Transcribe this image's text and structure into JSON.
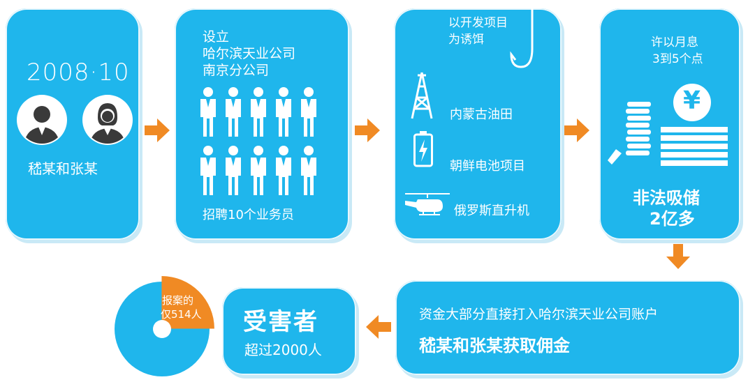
{
  "colors": {
    "card": "#1fb6ec",
    "accent": "#f08a24",
    "dark": "#3a3a3a"
  },
  "step1": {
    "date": "2008·10",
    "people": "嵇某和张某"
  },
  "step2": {
    "line1": "设立",
    "line2": "哈尔滨天业公司",
    "line3": "南京分公司",
    "recruit": "招聘10个业务员"
  },
  "step3": {
    "bait": "以开发项目\n为诱饵",
    "projects": [
      "内蒙古油田",
      "朝鲜电池项目",
      "俄罗斯直升机"
    ]
  },
  "step4": {
    "interest_line1": "许以月息",
    "interest_line2": "3到5个点",
    "yuan": "¥",
    "result_line1": "非法吸储",
    "result_line2": "2亿多"
  },
  "step5": {
    "line1": "资金大部分直接打入哈尔滨天业公司账户",
    "line2": "嵇某和张某获取佣金"
  },
  "step6": {
    "title": "受害者",
    "subtitle": "超过2000人"
  },
  "step7": {
    "line1": "报案的",
    "line2": "仅514人"
  },
  "icons": [
    "person-icon",
    "oil-derrick-icon",
    "battery-icon",
    "helicopter-icon",
    "coins-icon",
    "yuan-coin-icon",
    "hook-icon",
    "arrow-right-icon",
    "arrow-down-icon",
    "arrow-left-icon"
  ]
}
